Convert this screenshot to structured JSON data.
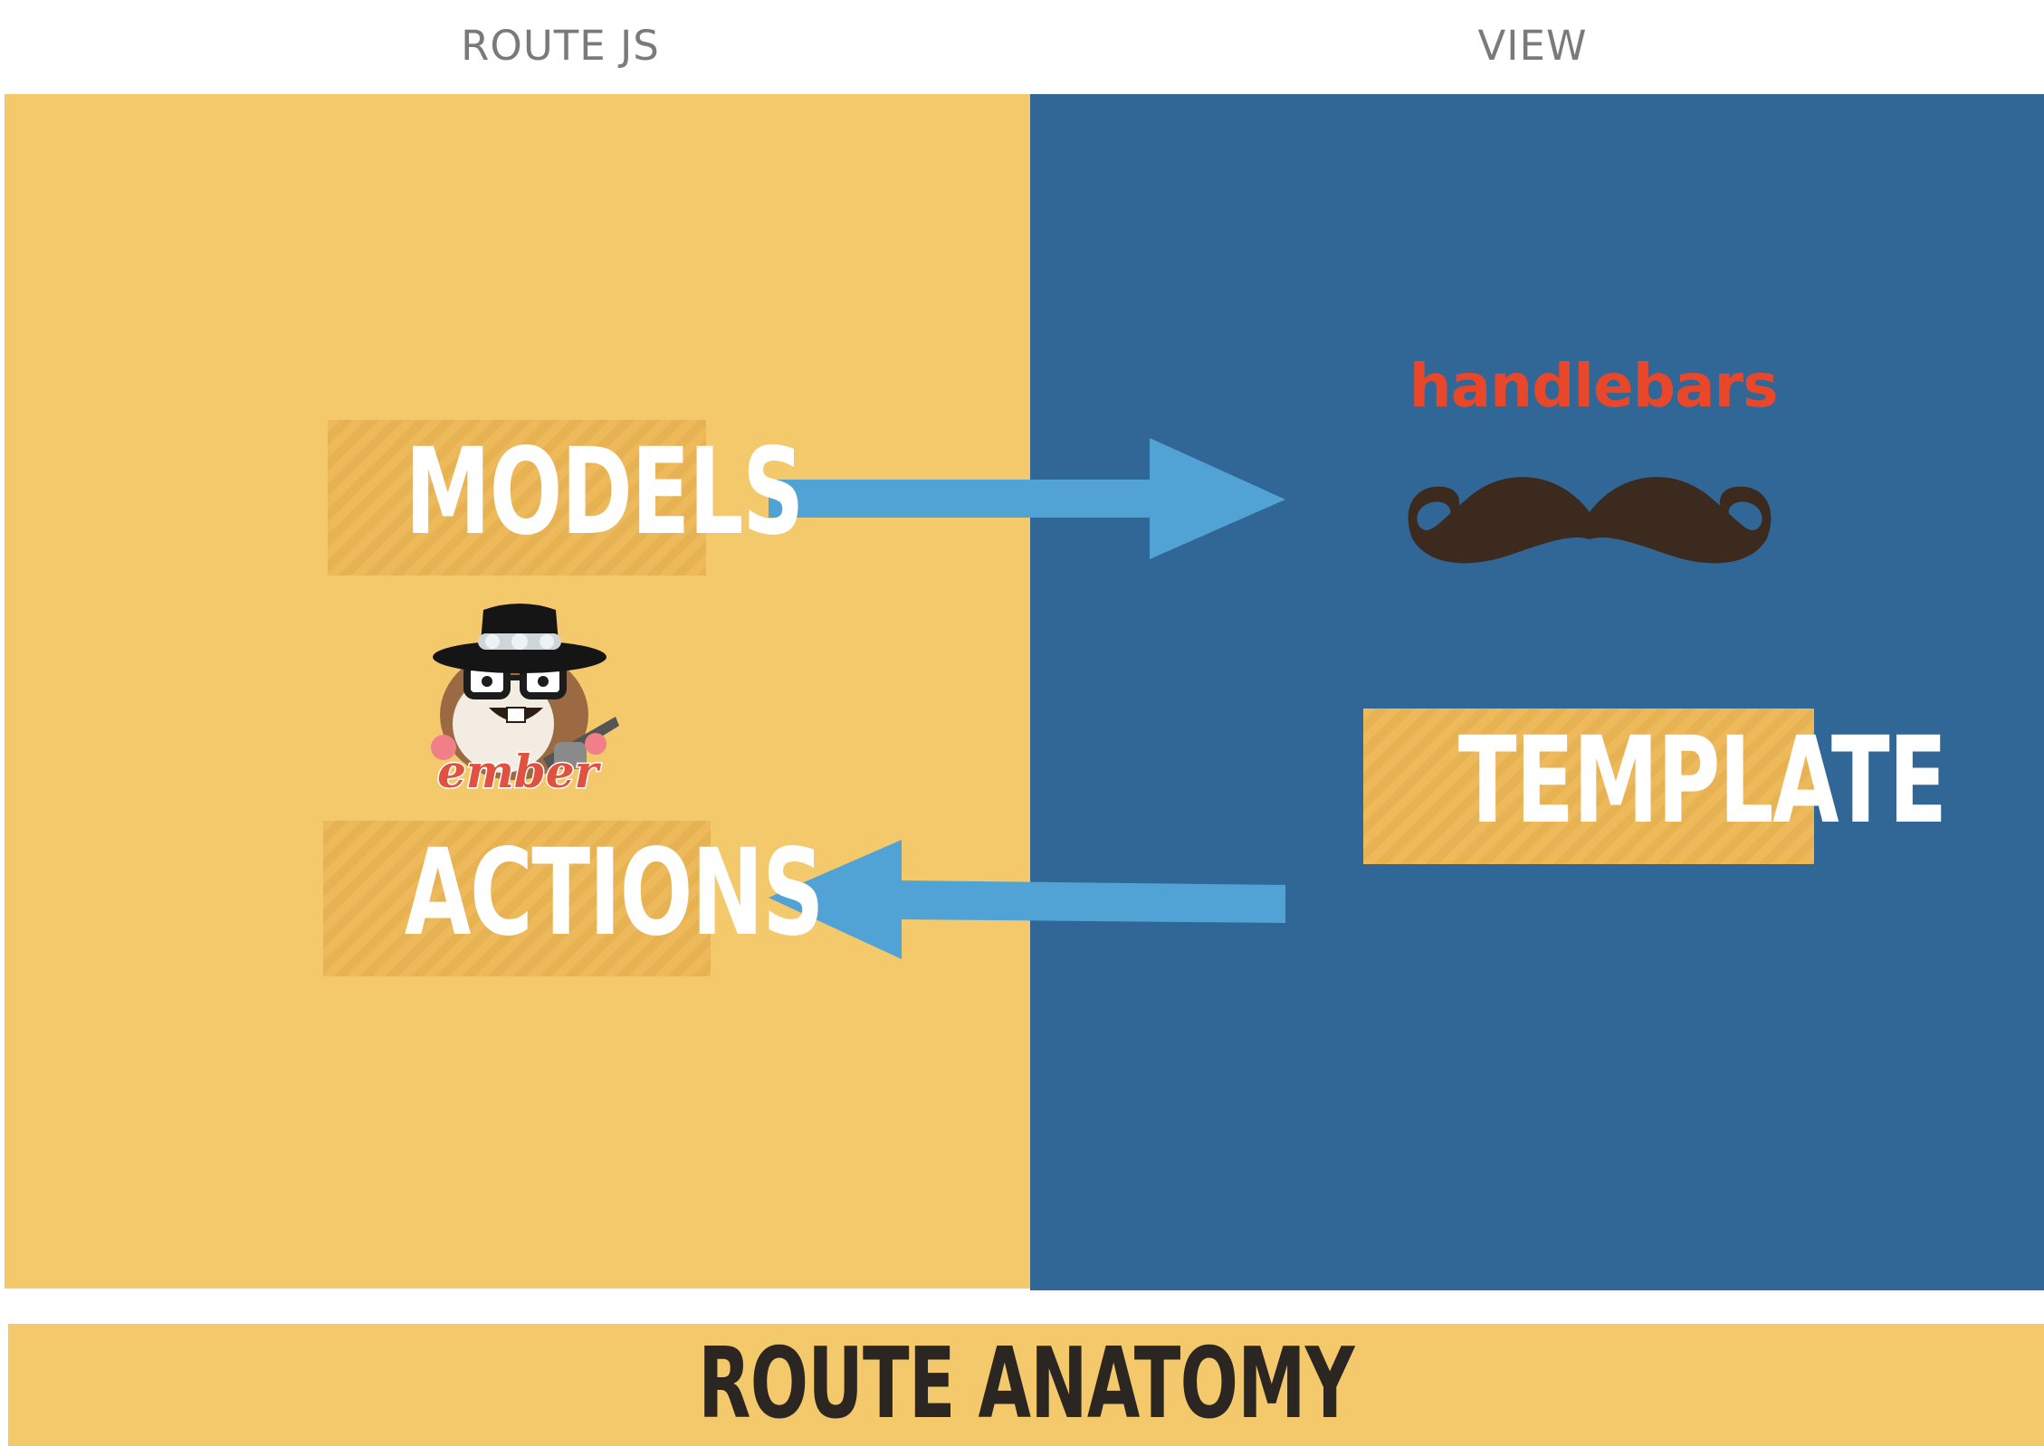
{
  "columns": {
    "left_label": "ROUTE JS",
    "right_label": "VIEW"
  },
  "boxes": {
    "models": "MODELS",
    "actions": "ACTIONS",
    "template": "TEMPLATE"
  },
  "logos": {
    "handlebars": "handlebars",
    "mustache_icon": "mustache-icon",
    "ember_mascot": "ember-tomster-icon",
    "ember_wordmark": "ember"
  },
  "footer": {
    "title": "ROUTE ANATOMY"
  },
  "colors": {
    "left_panel": "#f4c96b",
    "right_panel": "#316797",
    "arrow": "#52a3d5",
    "box": "#edb95a",
    "handlebars": "#e8472a",
    "mustache": "#3b2a1d",
    "footer": "#f4c96b",
    "footer_text": "#2b2621"
  }
}
